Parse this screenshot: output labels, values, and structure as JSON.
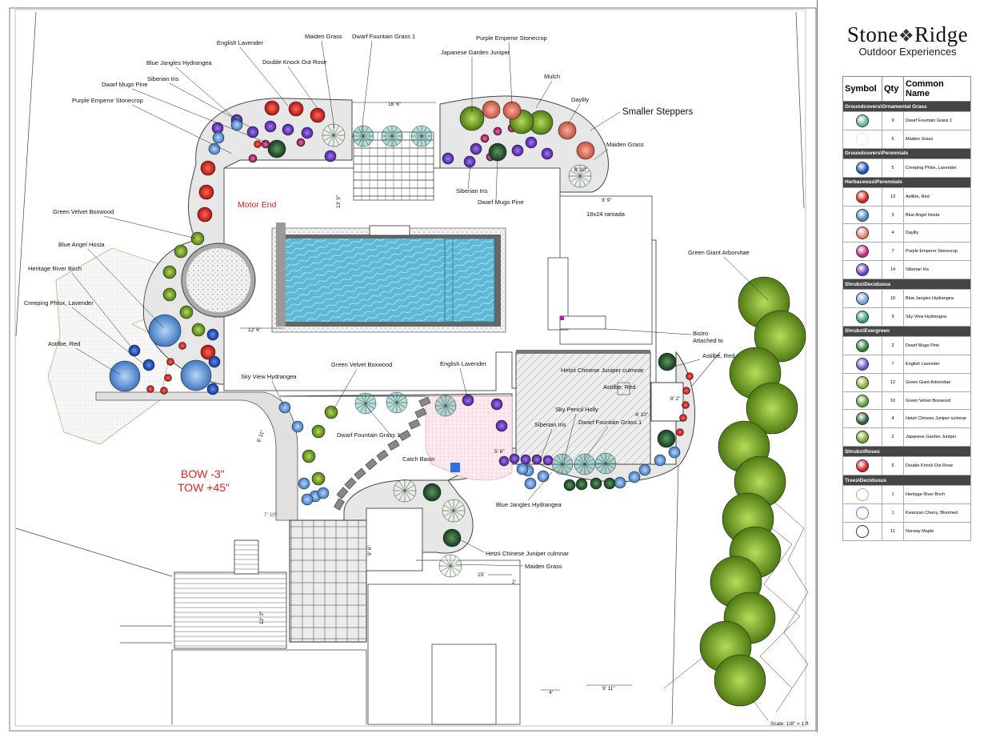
{
  "brand": {
    "name": "Stone",
    "name2": "Ridge",
    "tagline": "Outdoor Experiences"
  },
  "legend": {
    "headers": {
      "symbol": "Symbol",
      "qty": "Qty",
      "name": "Common Name"
    },
    "categories": [
      {
        "title": "Groundcovers\\Ornamental Grass",
        "items": [
          {
            "qty": "9",
            "name": "Dwarf Fountain Grass 1",
            "color": "#5fb8a8",
            "icon": "starburst-teal-icon"
          },
          {
            "qty": "6",
            "name": "Maiden Grass",
            "color": "#e8ecd8",
            "icon": "starburst-light-icon"
          }
        ]
      },
      {
        "title": "Groundcovers\\Perennials",
        "items": [
          {
            "qty": "5",
            "name": "Creeping Phlox, Lavender",
            "color": "#1c4fb8",
            "icon": "blue-sphere-icon"
          }
        ]
      },
      {
        "title": "Herbaceous\\Perennials",
        "items": [
          {
            "qty": "13",
            "name": "Astilbe, Red",
            "color": "#d4201e",
            "icon": "red-sphere-icon"
          },
          {
            "qty": "3",
            "name": "Blue Angel Hosta",
            "color": "#4f86c8",
            "icon": "blue-hosta-icon"
          },
          {
            "qty": "4",
            "name": "Daylily",
            "color": "#e0806c",
            "icon": "salmon-sphere-icon"
          },
          {
            "qty": "7",
            "name": "Purple Emperor Stonecrop",
            "color": "#c4287a",
            "icon": "magenta-sphere-icon"
          },
          {
            "qty": "14",
            "name": "Siberian Iris",
            "color": "#6a3cc0",
            "icon": "purple-sphere-icon"
          }
        ]
      },
      {
        "title": "Shrubs\\Deciduous",
        "items": [
          {
            "qty": "10",
            "name": "Blue Jangles Hydrangea",
            "color": "#6da0d8",
            "icon": "blue-shrub-icon"
          },
          {
            "qty": "9",
            "name": "Sky View Hydrangea",
            "color": "#3aa06a",
            "icon": "blue-green-shrub-icon"
          }
        ]
      },
      {
        "title": "Shrubs\\Evergreen",
        "items": [
          {
            "qty": "2",
            "name": "Dwarf Mugo Pine",
            "color": "#2e7d32",
            "icon": "green-pine-icon"
          },
          {
            "qty": "7",
            "name": "English Lavender",
            "color": "#7a4cd0",
            "icon": "lavender-icon"
          },
          {
            "qty": "12",
            "name": "Green Giant Arborvitae",
            "color": "#8cb32e",
            "icon": "arborvitae-icon"
          },
          {
            "qty": "10",
            "name": "Green Velvet Boxwood",
            "color": "#5ba23a",
            "icon": "boxwood-icon"
          },
          {
            "qty": "4",
            "name": "Hetzii Chinese Juniper culmnar",
            "color": "#2f5d3a",
            "icon": "juniper-icon"
          },
          {
            "qty": "2",
            "name": "Japanese Garden Juniper",
            "color": "#7aa62e",
            "icon": "garden-juniper-icon"
          }
        ]
      },
      {
        "title": "Shrubs\\Roses",
        "items": [
          {
            "qty": "6",
            "name": "Double Knock Out Rose",
            "color": "#d4201e",
            "icon": "rose-icon"
          }
        ]
      },
      {
        "title": "Trees\\Deciduous",
        "items": [
          {
            "qty": "1",
            "name": "Heritage River Birch",
            "color": "#9fbf7a",
            "icon": "tree-outline-icon"
          },
          {
            "qty": "1",
            "name": "Kwanzan Cherry, Bloomed",
            "color": "#d9488a",
            "icon": "tree-outline-icon"
          },
          {
            "qty": "11",
            "name": "Norway Maple",
            "color": "#333333",
            "icon": "tree-outline-icon"
          }
        ]
      }
    ]
  },
  "plan": {
    "labels": {
      "english_lavender": "English Lavender",
      "maiden_grass": "Maiden Grass",
      "dwarf_fountain": "Dwarf Fountain Grass 1",
      "purple_emperor": "Purple Emperor Stonecrop",
      "blue_jangles": "Blue Jangles Hydrangea",
      "double_knockout": "Double Knock Out Rose",
      "japanese_juniper": "Japanese Garden Juniper",
      "siberian_iris": "Siberian Iris",
      "dwarf_mugo": "Dwarf Mugo Pine",
      "purple_emperor_left": "Purple Emperor Stonecrop",
      "mulch": "Mulch",
      "daylily": "Daylily",
      "smaller_steppers": "Smaller Steppers",
      "maiden_grass_r": "Maiden Grass",
      "siberian_iris_mid": "Siberian Iris",
      "dwarf_mugo_mid": "Dwarf Mugo Pine",
      "ramada": "18x24 ramada",
      "motor_end": "Motor End",
      "green_velvet_top": "Green Velvet Boxwood",
      "blue_angel": "Blue Angel Hosta",
      "heritage_birch": "Heritage River Birch",
      "creeping_phlox": "Creeping Phlox, Lavender",
      "astilbe_left": "Astilbe, Red",
      "green_giant": "Green Giant Arborvitae",
      "bistro": "Bistro",
      "attached": "Attached to",
      "astilbe_right": "Astilbe, Red",
      "hetzii_top": "Hetzii Chinese Juniper culmnar",
      "astilbe_mid": "Astilbe, Red",
      "sky_view": "Sky View Hydrangea",
      "green_velvet_mid": "Green Velvet Boxwood",
      "english_lavender_mid": "English Lavender",
      "sky_pencil": "Sky Pencil Holly",
      "siberian_iris_low": "Siberian Iris",
      "dwarf_fountain_low": "Dwarf Fountain Grass 1",
      "dwarf_fountain_walk": "Dwarf Fountain Grass 1",
      "catch_basin": "Catch Basin",
      "blue_jangles_low": "Blue Jangles Hydrangea",
      "hetzii_low": "Hetzii Chinese Juniper culmnar",
      "maiden_grass_low": "Maiden Grass",
      "bow": "BOW -3\"",
      "tow": "TOW +45\"",
      "scale": "Scale: 1/8\" = 1 ft"
    },
    "dims": {
      "d16_6": "16' 6\"",
      "d13_5": "13' 5\"",
      "d8_10": "8' 10\"",
      "d9_9": "9' 9\"",
      "d12_6": "12' 6\"",
      "d6_11": "6' 11\"",
      "d7_10": "7' 10\"",
      "d15": "15'",
      "d2": "2'",
      "d4": "4'",
      "d9_11": "9' 11\"",
      "d5_6": "5' 6\"",
      "d8_2": "8' 2\"",
      "d4_10": "4' 10\"",
      "d12_3": "12' 3\"",
      "d9_6": "9' 6\""
    }
  }
}
